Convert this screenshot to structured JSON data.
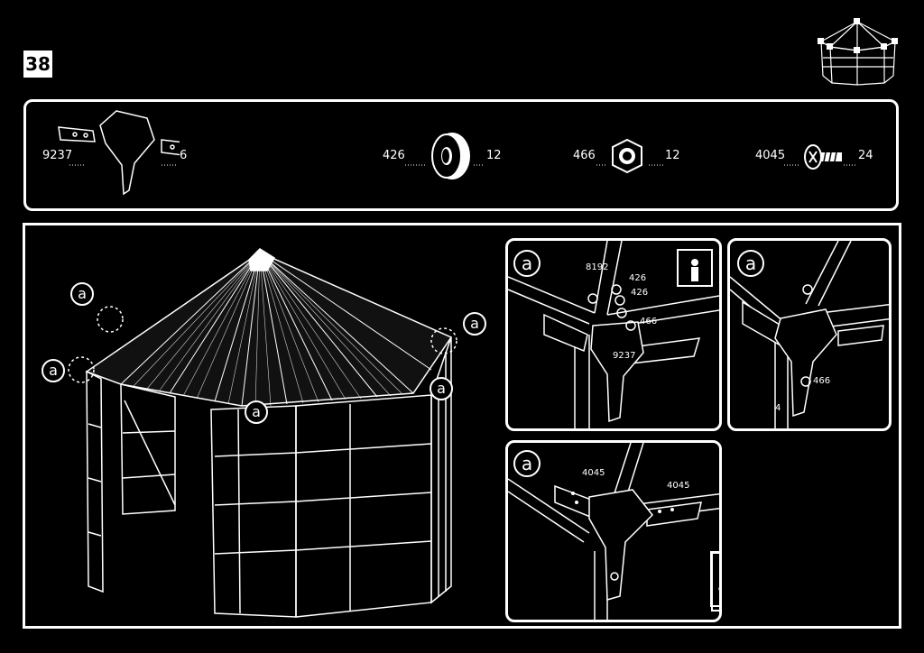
{
  "step_number": "38",
  "parts": [
    {
      "id": "9237",
      "qty": "6",
      "icon": "bracket-icon"
    },
    {
      "id": "426",
      "qty": "12",
      "icon": "washer-icon"
    },
    {
      "id": "466",
      "qty": "12",
      "icon": "nut-icon"
    },
    {
      "id": "4045",
      "qty": "24",
      "icon": "screw-icon"
    }
  ],
  "callout_label": "a",
  "detail_1": {
    "label": "a",
    "parts": [
      "8192",
      "426",
      "426",
      "466",
      "9237"
    ]
  },
  "detail_2": {
    "label": "a",
    "parts": [
      "466",
      "4"
    ]
  },
  "detail_3": {
    "label": "a",
    "parts": [
      "4045",
      "4045"
    ]
  }
}
